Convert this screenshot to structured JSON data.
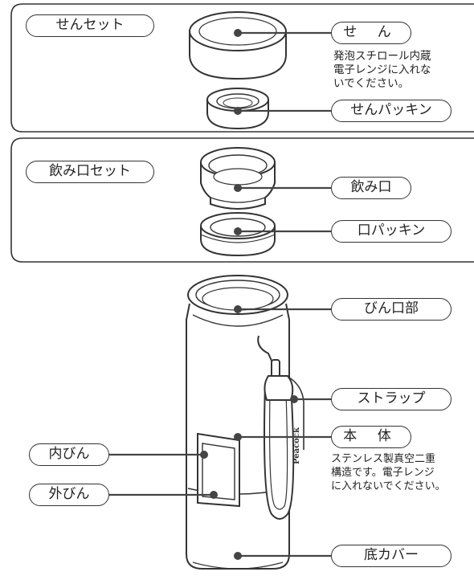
{
  "sections": {
    "sen_set": {
      "title": "せんセット"
    },
    "nomikuchi_set": {
      "title": "飲み口セット"
    }
  },
  "parts": {
    "sen": {
      "label": "せ ん",
      "note": [
        "発泡スチロール内蔵",
        "電子レンジに入れな",
        "いでください。"
      ]
    },
    "sen_packing": {
      "label": "せんパッキン"
    },
    "nomikuchi": {
      "label": "飲み口"
    },
    "kuchi_packing": {
      "label": "口パッキン"
    },
    "bin_kuchi": {
      "label": "びん口部"
    },
    "strap": {
      "label": "ストラップ"
    },
    "hontai": {
      "label": "本 体",
      "note": [
        "ステンレス製真空二重",
        "構造です。電子レンジ",
        "に入れないでください。"
      ]
    },
    "uchi_bin": {
      "label": "内びん"
    },
    "soto_bin": {
      "label": "外びん"
    },
    "soko_cover": {
      "label": "底カバー"
    }
  },
  "brand_text": "Peacock",
  "colors": {
    "line": "#333333",
    "dot": "#444444",
    "fill": "#ffffff"
  }
}
